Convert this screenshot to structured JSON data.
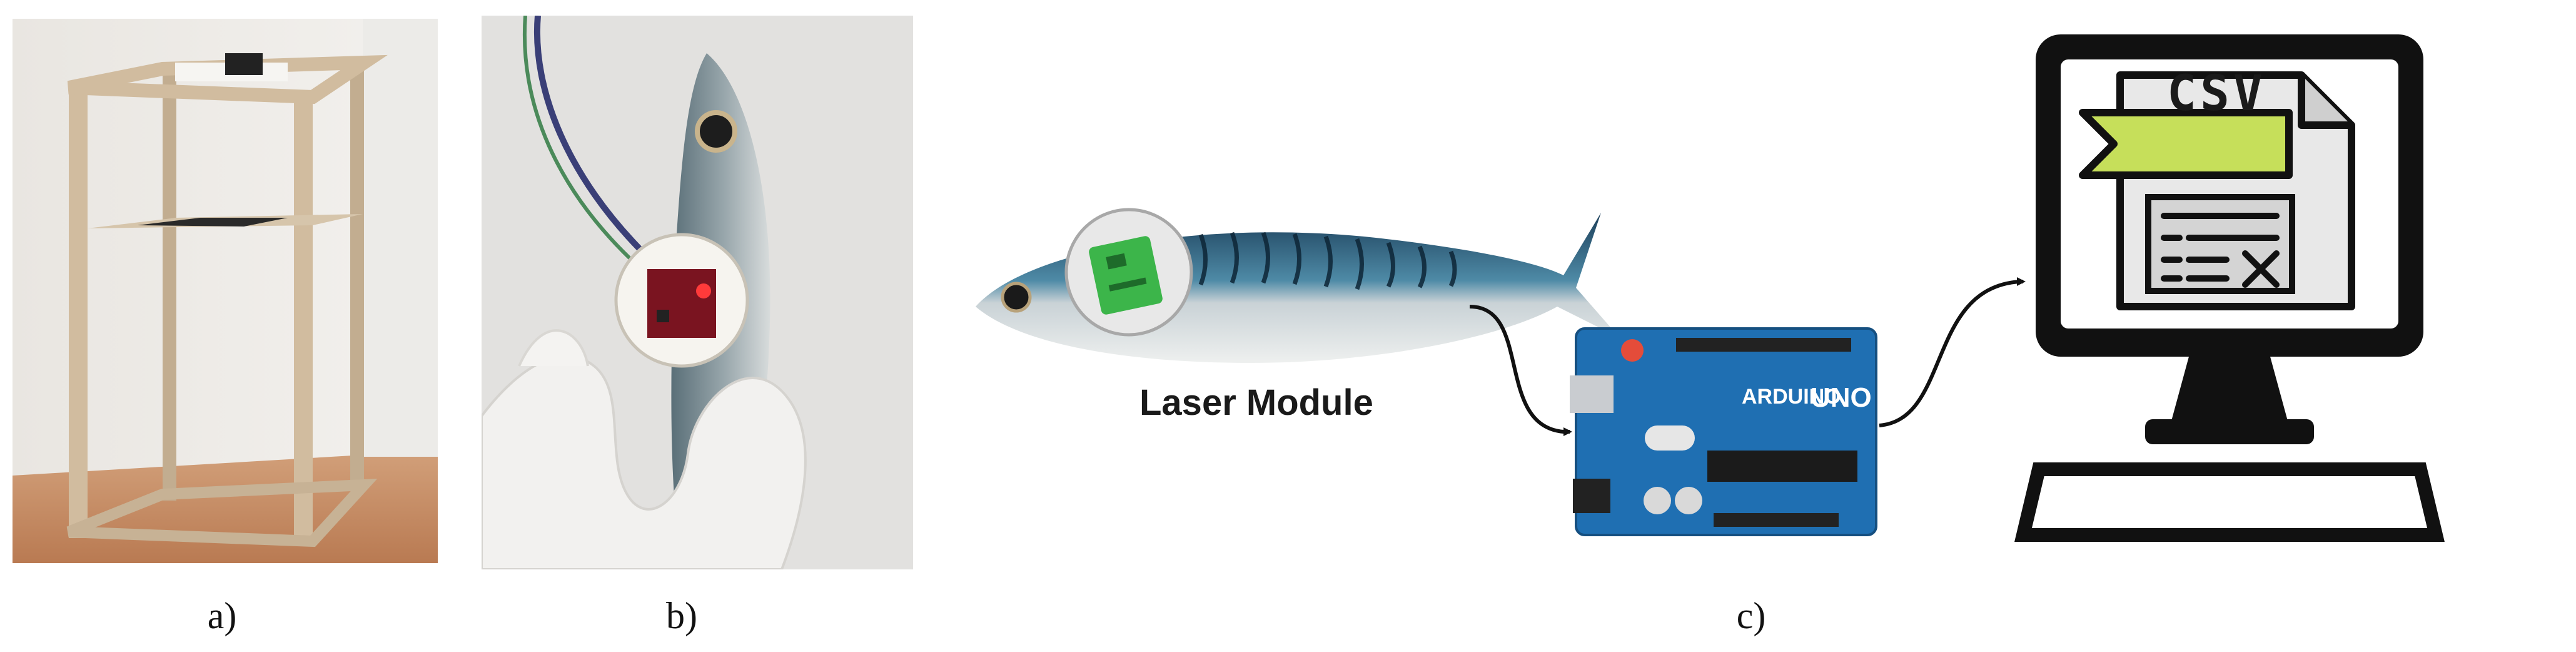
{
  "captions": {
    "a": "a)",
    "b": "b)",
    "c": "c)"
  },
  "labels": {
    "laser_module": "Laser Module",
    "csv": "CSV"
  },
  "board": {
    "brand": "UNO",
    "logo": "ARDUINO"
  },
  "colors": {
    "board_blue": "#1f6fb2",
    "frame_wood": "#cdb89b",
    "csv_tag": "#c6df5a",
    "monitor": "#111111",
    "laser_green": "#3cb54a"
  }
}
